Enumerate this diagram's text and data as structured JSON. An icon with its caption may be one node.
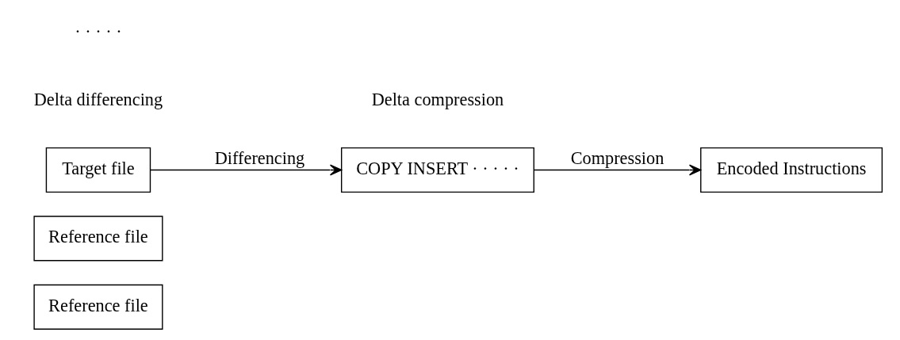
{
  "diagram": {
    "nodes": [
      {
        "text": [
          "Reference file"
        ]
      },
      {
        "text": [
          "Reference file"
        ]
      },
      {
        "text": [
          "Target file"
        ]
      },
      {
        "text": [
          "COPY INSERT · · · · ·"
        ]
      },
      {
        "text": [
          "Encoded Instructions"
        ]
      }
    ],
    "edges": [
      {
        "from": 2,
        "to": 3,
        "arrow": "to",
        "label": "Differencing"
      },
      {
        "from": 3,
        "to": 4,
        "arrow": "to",
        "label": "Compression"
      }
    ],
    "labels": [
      "Delta compression",
      "Delta differencing",
      "· · · · ·"
    ]
  }
}
